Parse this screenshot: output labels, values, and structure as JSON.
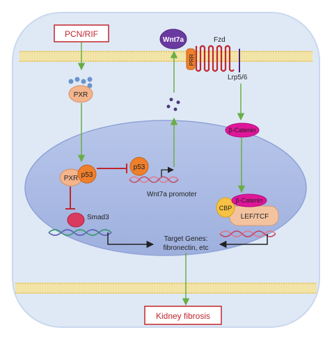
{
  "boxes": {
    "input": "PCN/RIF",
    "output": "Kidney fibrosis"
  },
  "ligand": {
    "name": "Wnt7a",
    "prr": "PRR",
    "receptor": "Fzd",
    "coreceptor": "Lrp5/6"
  },
  "cytoplasm": {
    "pxr": "PXR",
    "beta_catenin": "β-Catenin"
  },
  "nucleus": {
    "pxr": "PXR",
    "p53_complex": "p53",
    "p53_bound": "p53",
    "promoter": "Wnt7a promoter",
    "smad3": "Smad3",
    "cbp": "CBP",
    "beta_catenin": "β-Catenin",
    "lef_tcf": "LEF/TCF",
    "target_genes_line1": "Target Genes:",
    "target_genes_line2": "fibronectin, etc"
  },
  "colors": {
    "membrane": "#f2e3a6",
    "cell": "#dfe9f6",
    "nucleus": "#a9b9e2",
    "activation_arrow": "#6aad45",
    "inhibition": "#c0262c",
    "box_border": "#c0262c",
    "pxr": "#f4b48c",
    "p53": "#ee7f2c",
    "wnt7a": "#6b3aa0",
    "beta_catenin": "#e0169a",
    "smad3": "#d93a5e",
    "cbp": "#f6c243",
    "lef_tcf": "#f3c3a0"
  }
}
